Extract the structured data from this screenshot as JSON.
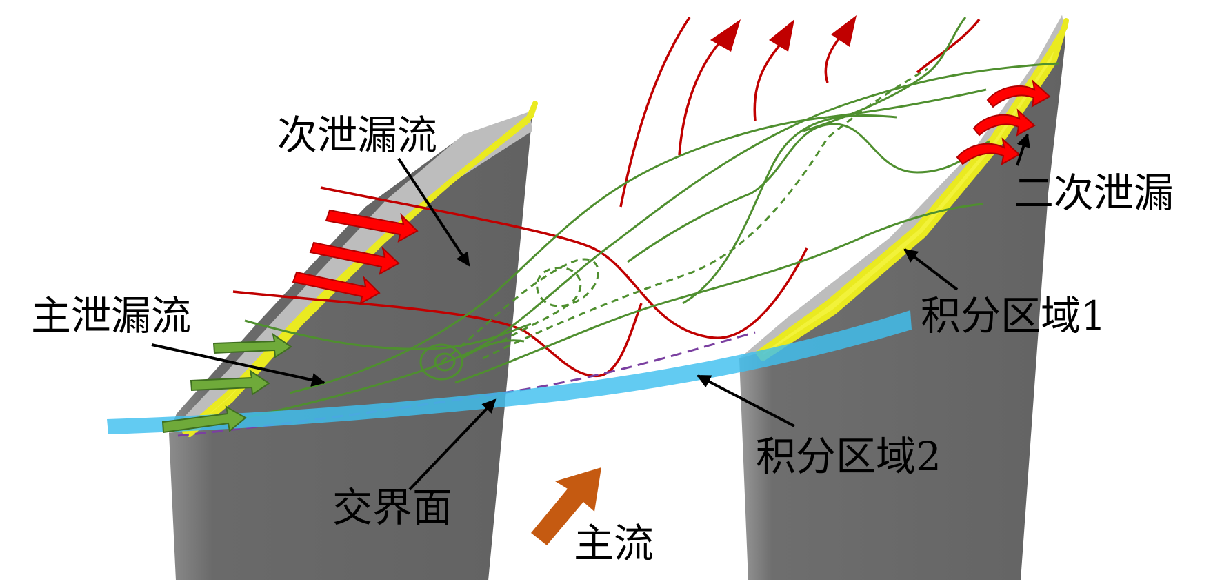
{
  "labels": {
    "secondary_leakage_flow": "次泄漏流",
    "main_leakage_flow": "主泄漏流",
    "secondary_leakage": "二次泄漏",
    "integration_region_1": "积分区域1",
    "integration_region_2": "积分区域2",
    "interface": "交界面",
    "main_flow": "主流"
  },
  "colors": {
    "blade_body": "#686868",
    "blade_shadow": "#8a8a8a",
    "blade_top_surface": "#bdbdbd",
    "tip_highlight": "#f2f23a",
    "integration_band": "#3fc0ef",
    "secondary_flow": "#c00000",
    "leakage_vortex": "#4f8f2f",
    "interface_line": "#7a3fa0",
    "red_arrow": "#ff0000",
    "green_arrow": "#6faa3a",
    "main_flow_arrow": "#c55a11",
    "pointer_arrow": "#000000"
  }
}
